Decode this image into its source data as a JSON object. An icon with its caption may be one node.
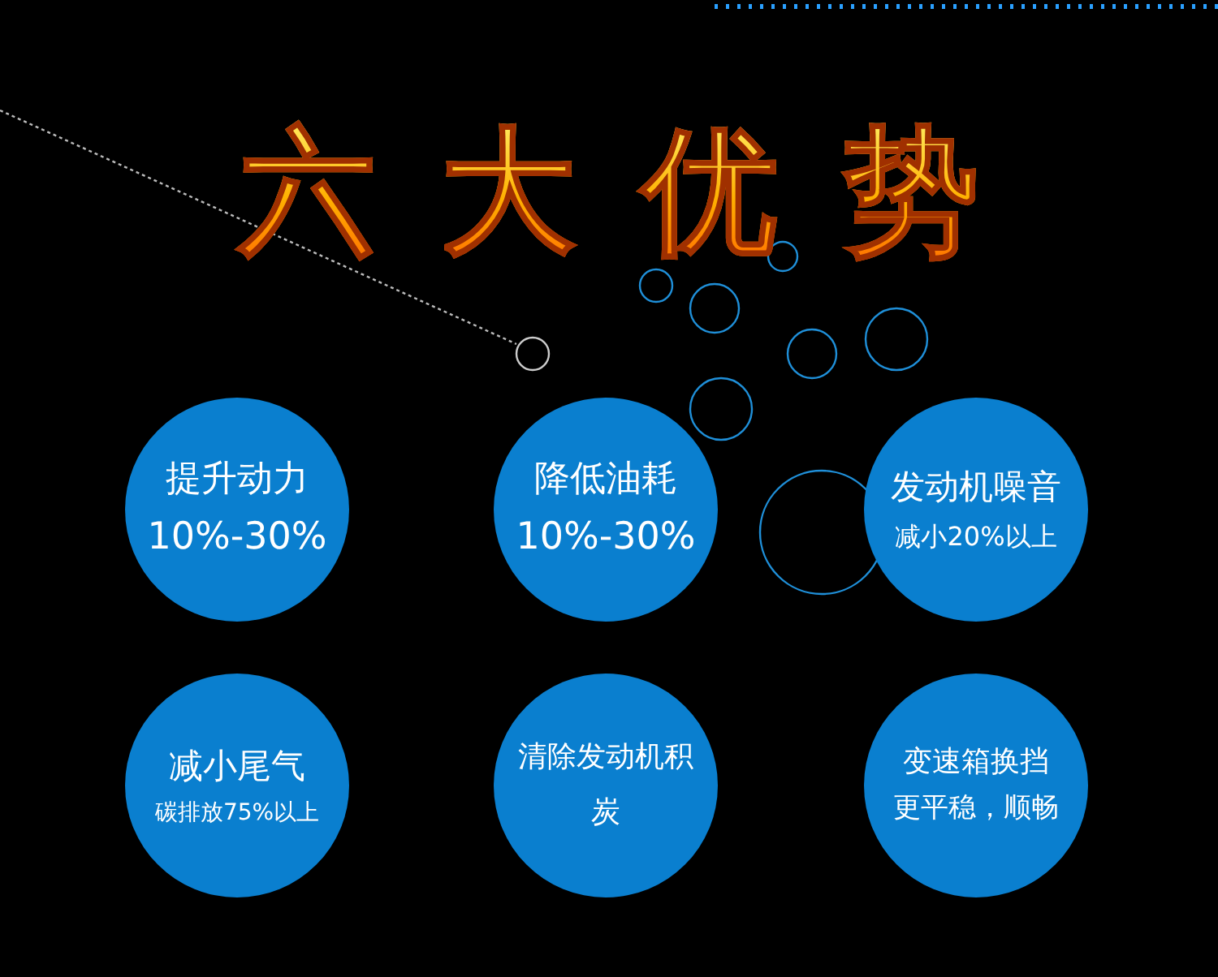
{
  "diagram": {
    "title": "六大优势",
    "nodes": [
      {
        "text": [
          "提升动力",
          "10%-30%"
        ]
      },
      {
        "text": [
          "降低油耗",
          "10%-30%"
        ]
      },
      {
        "text": [
          "发动机噪音",
          "减小20%以上"
        ]
      },
      {
        "text": [
          "减小尾气",
          "碳排放75%以上"
        ]
      },
      {
        "text": [
          "清除发动机积炭"
        ]
      },
      {
        "text": [
          "变速箱换挡",
          "更平稳，顺畅"
        ]
      }
    ]
  }
}
